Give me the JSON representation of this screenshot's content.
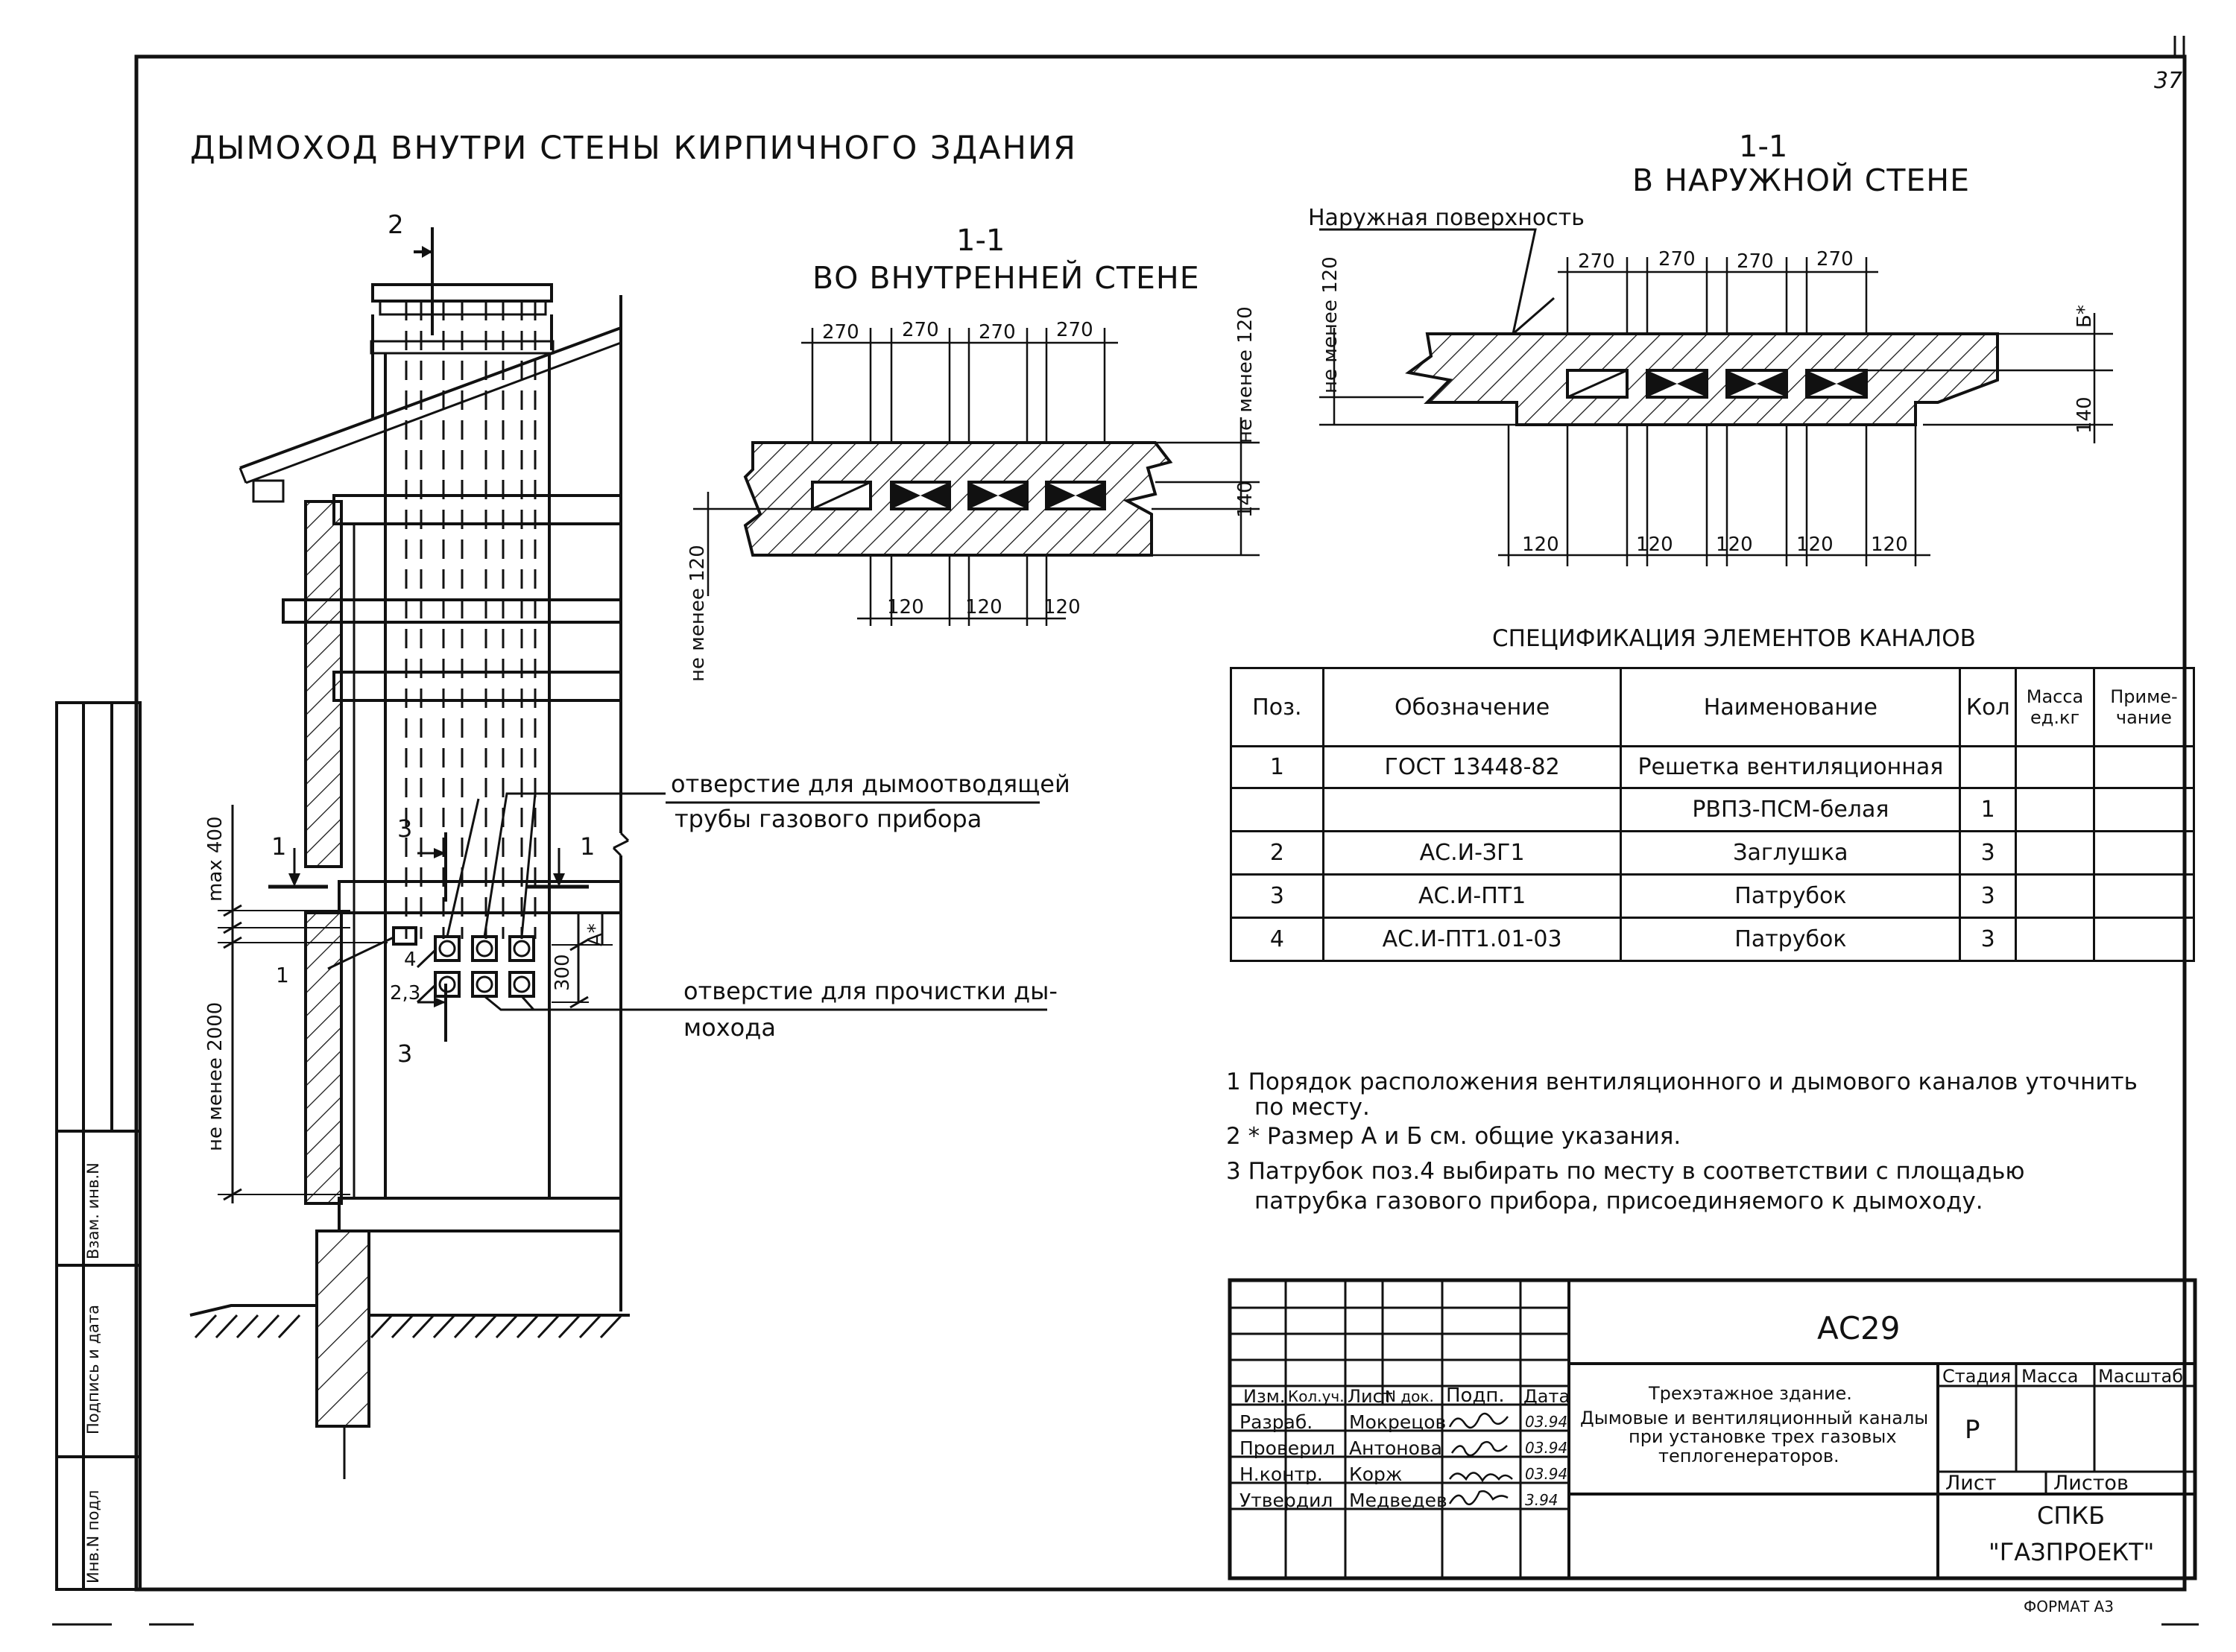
{
  "sheet": {
    "corner_number": "37",
    "main_title": "ДЫМОХОД ВНУТРИ СТЕНЫ КИРПИЧНОГО ЗДАНИЯ",
    "format": "ФОРМАТ А3"
  },
  "elevation": {
    "section2_mark": "2",
    "section1_left": "1",
    "section1_right": "1",
    "section3_top": "3",
    "section3_bottom": "3",
    "dim_max": "max 400",
    "dim_min2000": "не менее 2000",
    "dim_300": "300",
    "dim_A": "А*",
    "leader_1": "1",
    "leader_4": "4",
    "leader_23": "2,3",
    "note_flue_hole_1": "отверстие для дымоотводящей",
    "note_flue_hole_2": "трубы газового прибора",
    "note_clean_hole_1": "отверстие для прочистки ды-",
    "note_clean_hole_2": "мохода"
  },
  "section_inner": {
    "title1": "1-1",
    "title2": "ВО ВНУТРЕННЕЙ СТЕНЕ",
    "dims_top": [
      "270",
      "270",
      "270",
      "270"
    ],
    "dims_bottom": [
      "120",
      "120",
      "120"
    ],
    "dim_120_right": "не менее 120",
    "dim_140": "140",
    "dim_120_left": "не менее 120"
  },
  "section_outer": {
    "title1": "1-1",
    "title2": "В НАРУЖНОЙ СТЕНЕ",
    "surface_label": "Наружная поверхность",
    "dims_top": [
      "270",
      "270",
      "270",
      "270"
    ],
    "dims_bottom": [
      "120",
      "120",
      "120",
      "120",
      "120"
    ],
    "dim_left": "не менее 120",
    "dim_B": "Б*",
    "dim_140": "140"
  },
  "spec": {
    "title": "СПЕЦИФИКАЦИЯ ЭЛЕМЕНТОВ КАНАЛОВ",
    "headers": [
      "Поз.",
      "Обозначение",
      "Наименование",
      "Кол",
      "Масса ед.кг",
      "Приме- чание"
    ],
    "rows": [
      [
        "1",
        "ГОСТ 13448-82",
        "Решетка вентиляционная",
        "",
        "",
        ""
      ],
      [
        "",
        "",
        "РВПЗ-ПСМ-белая",
        "1",
        "",
        ""
      ],
      [
        "2",
        "АС.И-ЗГ1",
        "Заглушка",
        "3",
        "",
        ""
      ],
      [
        "3",
        "АС.И-ПТ1",
        "Патрубок",
        "3",
        "",
        ""
      ],
      [
        "4",
        "АС.И-ПТ1.01-03",
        "Патрубок",
        "3",
        "",
        ""
      ]
    ]
  },
  "notes": [
    "1 Порядок расположения вентиляционного и дымового каналов уточнить",
    "по месту.",
    "2 * Размер А и Б см. общие указания.",
    "3 Патрубок поз.4 выбирать по месту в соответствии с площадью",
    "патрубка газового прибора, присоединяемого к дымоходу."
  ],
  "titleblock": {
    "code": "АС29",
    "description": [
      "Трехэтажное здание.",
      "Дымовые и вентиляционный каналы",
      "при установке трех газовых",
      "теплогенераторов."
    ],
    "headers": [
      "Изм.",
      "Кол.уч.",
      "Лист",
      "N док.",
      "Подп.",
      "Дата"
    ],
    "roles": [
      "Разраб.",
      "Проверил",
      "Н.контр.",
      "Утвердил"
    ],
    "names": [
      "Мокрецов",
      "Антонова",
      "Корж",
      "Медведев"
    ],
    "dates": [
      "03.94",
      "03.94",
      "03.94",
      "3.94"
    ],
    "stage_label": "Стадия",
    "mass_label": "Масса",
    "scale_label": "Масштаб",
    "stage_value": "Р",
    "sheet_label": "Лист",
    "sheets_label": "Листов",
    "org1": "СПКБ",
    "org2": "\"ГАЗПРОЕКТ\""
  },
  "side_stamp": [
    "Взам. инв.N",
    "Подпись и дата",
    "Инв.N подл"
  ]
}
